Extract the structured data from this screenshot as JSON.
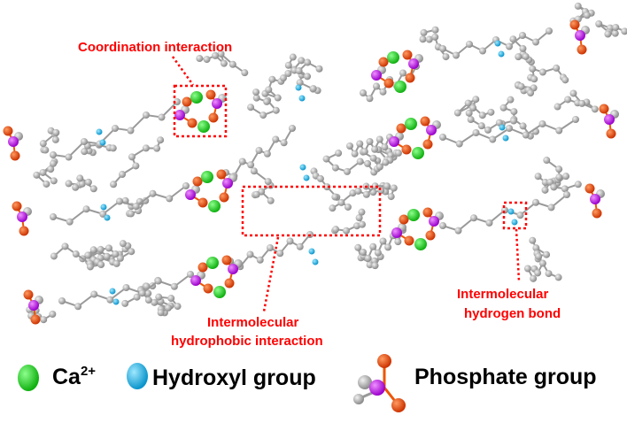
{
  "annotations": {
    "coordination": "Coordination interaction",
    "hydrophobic_line1": "Intermolecular",
    "hydrophobic_line2": "hydrophobic interaction",
    "hbond_line1": "Intermolecular",
    "hbond_line2": "hydrogen bond"
  },
  "legend": {
    "calcium": "Ca",
    "calcium_charge": "2+",
    "hydroxyl": "Hydroxyl group",
    "phosphate": "Phosphate group"
  },
  "colors": {
    "calcium": "#22dd22",
    "hydroxyl": "#1ab8ee",
    "phosphorus": "#bb11ee",
    "oxygen": "#ee4400",
    "carbon": "#aaaaaa",
    "annotation": "#ff0000"
  }
}
